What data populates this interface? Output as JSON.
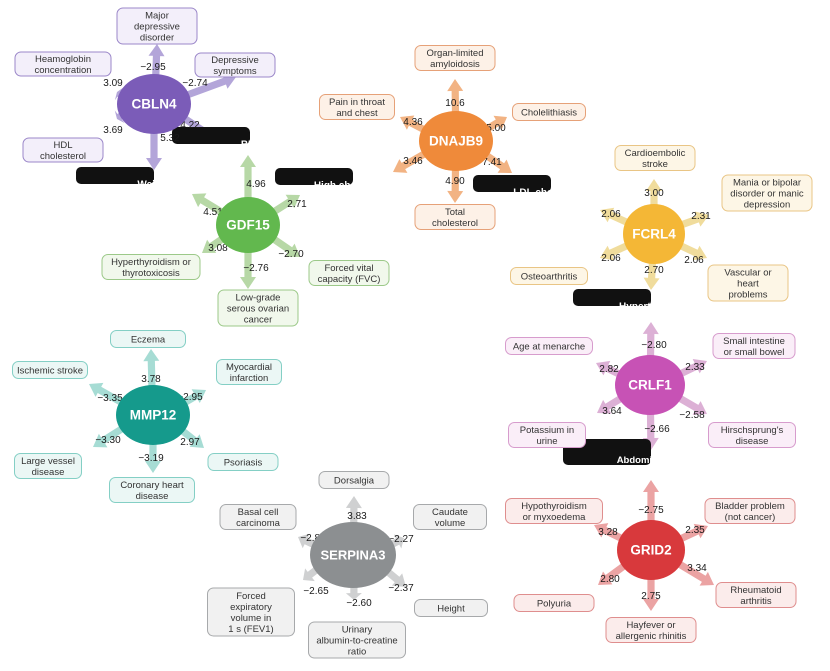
{
  "shared": {
    "BMI": "BMI",
    "Weight": "Weight",
    "HighChol": "High cholesterol",
    "LDL": "LDL cholesterol",
    "Hypertension": "Hypertension",
    "Abdominal": "Abdominal and\npelvic pain"
  },
  "clusters": [
    {
      "id": "cbln4",
      "hub": "CBLN4",
      "color": "#7b5cb8",
      "light": "#f3effa",
      "border": "#9b87c9",
      "arrow": "#b3a5d9",
      "edges": [
        {
          "label": "Major\ndepressive\ndisorder",
          "value": "−2.95"
        },
        {
          "label": "Depressive\nsymptoms",
          "value": "−2.74"
        },
        {
          "label": "Heamoglobin\nconcentration",
          "value": "3.09"
        },
        {
          "label": "HDL\ncholesterol",
          "value": "3.69"
        },
        {
          "label": "Weight",
          "value": "5.32",
          "shared": true
        },
        {
          "label": "BMI",
          "value": "4.22",
          "shared": true
        }
      ]
    },
    {
      "id": "dnajb9",
      "hub": "DNAJB9",
      "color": "#ef8a3a",
      "light": "#fdf1e7",
      "border": "#e6a178",
      "arrow": "#f2b383",
      "edges": [
        {
          "label": "Organ-limited\namyloidosis",
          "value": "10.6"
        },
        {
          "label": "Pain in throat\nand chest",
          "value": "4.36"
        },
        {
          "label": "Cholelithiasis",
          "value": "5.00"
        },
        {
          "label": "High cholesterol",
          "value": "3.46",
          "shared": true
        },
        {
          "label": "LDL cholesterol",
          "value": "7.41",
          "shared": true
        },
        {
          "label": "Total\ncholesterol",
          "value": "4.90"
        }
      ]
    },
    {
      "id": "gdf15",
      "hub": "GDF15",
      "color": "#62b84e",
      "light": "#f1f8ec",
      "border": "#9cc989",
      "arrow": "#b7d8a6",
      "edges": [
        {
          "label": "BMI",
          "value": "4.96",
          "shared": true
        },
        {
          "label": "Weight",
          "value": "4.51",
          "shared": true
        },
        {
          "label": "High cholesterol",
          "value": "2.71",
          "shared": true
        },
        {
          "label": "Hyperthyroidism or\nthyrotoxicosis",
          "value": "3.08"
        },
        {
          "label": "Low-grade\nserous ovarian\ncancer",
          "value": "−2.76"
        },
        {
          "label": "Forced vital\ncapacity (FVC)",
          "value": "−2.70"
        }
      ]
    },
    {
      "id": "fcrl4",
      "hub": "FCRL4",
      "color": "#f4b736",
      "light": "#fdf6e6",
      "border": "#e9c585",
      "arrow": "#f0dc9c",
      "edges": [
        {
          "label": "Cardioembolic\nstroke",
          "value": "3.00"
        },
        {
          "label": "Mania or bipolar\ndisorder or manic\ndepression",
          "value": "2.31"
        },
        {
          "label": "LDL cholesterol",
          "value": "2.06",
          "shared": true
        },
        {
          "label": "Osteoarthritis",
          "value": "2.06"
        },
        {
          "label": "Vascular or\nheart\nproblems",
          "value": "2.06"
        },
        {
          "label": "Hypertension",
          "value": "2.70",
          "shared": true
        }
      ]
    },
    {
      "id": "mmp12",
      "hub": "MMP12",
      "color": "#159a8c",
      "light": "#ebf7f5",
      "border": "#84cfc5",
      "arrow": "#a6dcd4",
      "edges": [
        {
          "label": "Eczema",
          "value": "3.78"
        },
        {
          "label": "Ischemic stroke",
          "value": "−3.35"
        },
        {
          "label": "Myocardial\ninfarction",
          "value": "−2.95"
        },
        {
          "label": "Large vessel\ndisease",
          "value": "−3.30"
        },
        {
          "label": "Coronary heart\ndisease",
          "value": "−3.19"
        },
        {
          "label": "Psoriasis",
          "value": "2.97"
        }
      ]
    },
    {
      "id": "crlf1",
      "hub": "CRLF1",
      "color": "#c752b5",
      "light": "#faeef8",
      "border": "#d79ccd",
      "arrow": "#dcb0d5",
      "edges": [
        {
          "label": "Hypertension",
          "value": "−2.80",
          "shared": true
        },
        {
          "label": "Age at menarche",
          "value": "2.82"
        },
        {
          "label": "Small intestine\nor small bowel",
          "value": "2.33"
        },
        {
          "label": "Potassium in\nurine",
          "value": "3.64"
        },
        {
          "label": "Hirschsprung's\ndisease",
          "value": "−2.58"
        },
        {
          "label": "Abdominal and\npelvic pain",
          "value": "−2.66",
          "shared": true
        }
      ]
    },
    {
      "id": "serpina3",
      "hub": "SERPINA3",
      "color": "#8c8f91",
      "light": "#f1f1f1",
      "border": "#a7a9ab",
      "arrow": "#cfd0d1",
      "edges": [
        {
          "label": "Dorsalgia",
          "value": "3.83"
        },
        {
          "label": "Basal cell\ncarcinoma",
          "value": "−2.89"
        },
        {
          "label": "Caudate\nvolume",
          "value": "−2.27"
        },
        {
          "label": "Forced\nexpiratory\nvolume in\n1 s (FEV1)",
          "value": "−2.65"
        },
        {
          "label": "Urinary\nalbumin-to-creatine\nratio",
          "value": "−2.60"
        },
        {
          "label": "Height",
          "value": "−2.37"
        }
      ]
    },
    {
      "id": "grid2",
      "hub": "GRID2",
      "color": "#d8393c",
      "light": "#fbeceb",
      "border": "#df8e8e",
      "arrow": "#eba3a3",
      "edges": [
        {
          "label": "Abdominal and\npelvic pain",
          "value": "−2.75",
          "shared": true
        },
        {
          "label": "Hypothyroidism\nor myxoedema",
          "value": "3.28"
        },
        {
          "label": "Bladder problem\n(not cancer)",
          "value": "2.35"
        },
        {
          "label": "Polyuria",
          "value": "2.80"
        },
        {
          "label": "Rheumatoid\narthritis",
          "value": "3.34"
        },
        {
          "label": "Hayfever or\nallergenic rhinitis",
          "value": "2.75"
        }
      ]
    }
  ]
}
